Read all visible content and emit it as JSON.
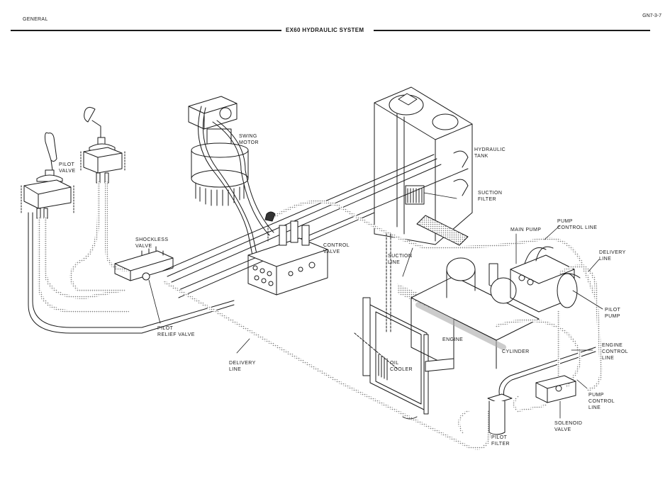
{
  "header": {
    "section": "GENERAL",
    "page_code": "GN7-3-7",
    "title": "EX60 HYDRAULIC SYSTEM"
  },
  "labels": {
    "pilot_valve": "PILOT\nVALVE",
    "swing_motor": "SWING\nMOTOR",
    "hydraulic_tank": "HYDRAULIC\nTANK",
    "suction_filter": "SUCTION\nFILTER",
    "shockless_valve": "SHOCKLESS\nVALVE",
    "control_valve": "CONTROL\nVALVE",
    "suction_line": "SUCTION\nLINE",
    "main_pump": "MAIN PUMP",
    "pump_control_line_top": "PUMP\nCONTROL LINE",
    "delivery_line_right": "DELIVERY\nLINE",
    "pilot_pump": "PILOT\nPUMP",
    "pilot_relief_valve": "PILOT\nRELIEF VALVE",
    "delivery_line_left": "DELIVERY\nLINE",
    "oil_cooler": "OIL\nCOOLER",
    "engine": "ENGINE",
    "cylinder": "CYLINDER",
    "engine_control_line": "ENGINE\nCONTROL\nLINE",
    "pump_control_line_bottom": "PUMP\nCONTROL\nLINE",
    "solenoid_valve": "SOLENOID\nVALVE",
    "pilot_filter": "PILOT\nFILTER"
  }
}
